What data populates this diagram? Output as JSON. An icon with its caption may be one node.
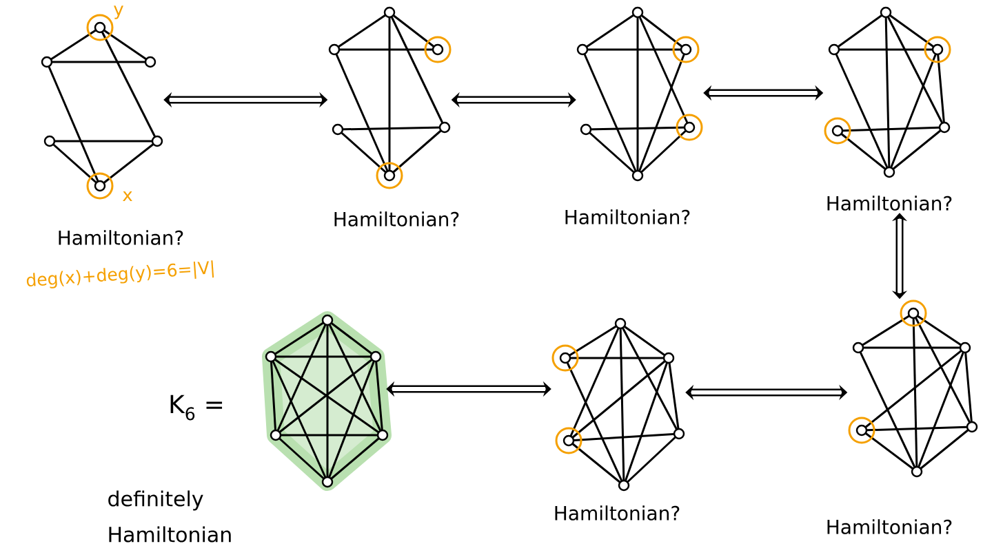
{
  "diagram": {
    "nodes": [
      {
        "text": [],
        "shape": "picture",
        "beside": [
          "Hamiltonian?"
        ]
      },
      {
        "text": [],
        "shape": "picture",
        "beside": [
          "Hamiltonian?"
        ]
      },
      {
        "text": [],
        "shape": "picture",
        "beside": [
          "Hamiltonian?"
        ]
      },
      {
        "text": [],
        "shape": "picture",
        "beside": [
          "Hamiltonian?"
        ]
      },
      {
        "text": [],
        "shape": "picture",
        "beside": [
          "Hamiltonian?"
        ]
      },
      {
        "text": [],
        "shape": "picture",
        "beside": [
          "Hamiltonian?"
        ]
      },
      {
        "text": [],
        "shape": "picture",
        "beside": [
          "definitely Hamiltonian"
        ]
      }
    ],
    "edges": [
      {
        "from": 0,
        "to": 1,
        "arrow": "both"
      },
      {
        "from": 1,
        "to": 2,
        "arrow": "both"
      },
      {
        "from": 2,
        "to": 3,
        "arrow": "both"
      },
      {
        "from": 3,
        "to": 4,
        "arrow": "both"
      },
      {
        "from": 4,
        "to": 5,
        "arrow": "both"
      },
      {
        "from": 5,
        "to": 6,
        "arrow": "both"
      }
    ],
    "labels": [
      "y",
      "x",
      "deg(x)+deg(y)=6=|V|",
      "K$_{6}$ ="
    ]
  }
}
